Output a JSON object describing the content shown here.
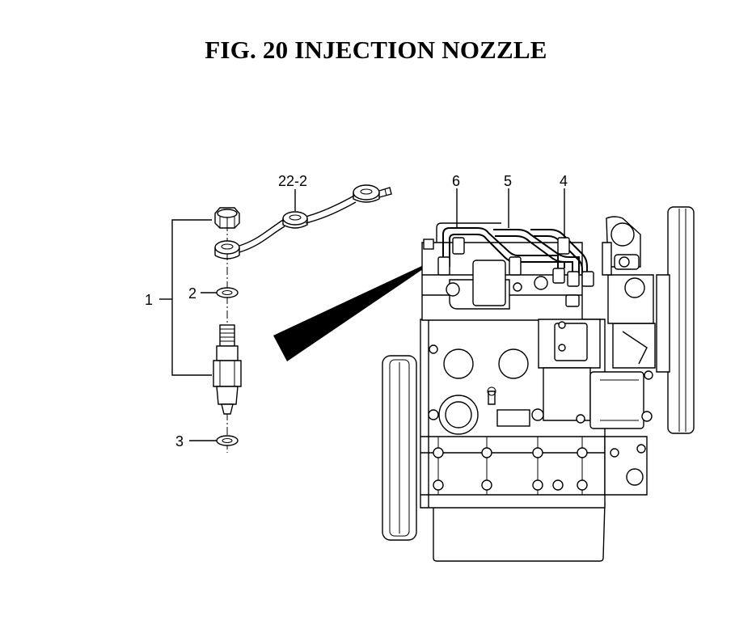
{
  "figure": {
    "title": "FIG. 20  INJECTION NOZZLE"
  },
  "callouts": {
    "c1": "1",
    "c2": "2",
    "c3": "3",
    "c4": "4",
    "c5": "5",
    "c6": "6",
    "c22_2": "22-2"
  },
  "colors": {
    "ink": "#000000",
    "background": "#ffffff"
  }
}
